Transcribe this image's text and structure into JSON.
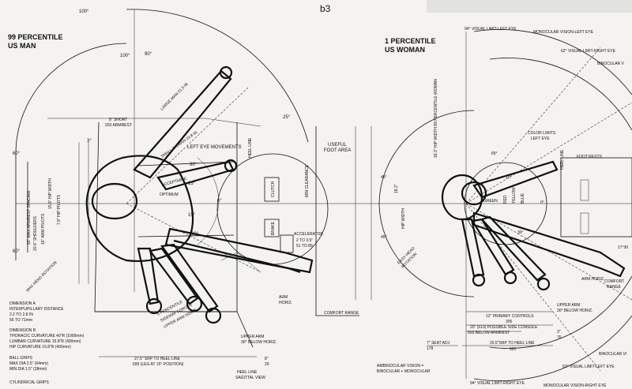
{
  "left_panel": {
    "title_line1": "99 PERCENTILE",
    "title_line2": "US MAN",
    "angles": [
      "100°",
      "100°",
      "90°",
      "60°",
      "60°",
      "3°",
      "30°",
      "30°",
      "15°",
      "15°",
      "25°",
      "0°"
    ],
    "labels": {
      "short_armrest": "8\" SHORT",
      "short_armrest2": "203 ARMREST",
      "large_man": "LARGE MAN 21.5 IN",
      "small_woman": "SMALL WOMAN 23.8 IN",
      "left_eye": "LEFT EYE MOVEMENTS",
      "acceptable": "ACCEPTABLE",
      "optimum": "OPTIMUM",
      "heel_line": "HEEL LINE",
      "useful_foot": "USEFUL",
      "useful_foot2": "FOOT AREA",
      "min_clearance": "MIN CLEARANCE",
      "clutch": "CLUTCH",
      "brake": "BRAKE",
      "accelerator": "ACCELERATOR",
      "accel_dims": "2 TO 3.5\"",
      "accel_dims2": "51 TO 89",
      "max_armrest": "22\" MAX ARMREST SPACING",
      "hip_width": "15.9\" HIP WIDTH",
      "shoulders": "20.6\" SHOULDERS",
      "arm_pivots": "16\" ARM PIVOTS",
      "hip_pivots": "7.8\" HIP PIVOTS",
      "max_head_rotation": "MAX HEAD ROTATION",
      "percentile5": "5 PERCENTILE",
      "sideway_forces": "SIDEWAY FORCES",
      "upper_arm_horiz": "UPPER ARM HORIZ.",
      "arm_horiz": "ARM",
      "arm_horiz2": "HORIZ.",
      "comfort_range": "COMFORT RANGE",
      "upper_arm": "UPPER ARM",
      "upper_arm2": "30° BELOW HORIZ.",
      "srp_heel": "27.5\" SRP TO HEEL LINE",
      "srp_heel2": "699 (LEG AT 15° POSITION)",
      "heel_sag": "HEEL LINE",
      "sag_view": "SAGITTAL VIEW",
      "dim_8": "8\"",
      "dim_20": "20"
    },
    "notes": {
      "dim_a": "DIMENSION A",
      "interpupillary": "INTERPUPILLARY DISTANCE",
      "ipd1": "2.2 TO 2.8 IN",
      "ipd2": "56 TO 71mm",
      "dim_b": "DIMENSION B",
      "thoracic": "THORACIC CURVATURE 40\"R (1000mm)",
      "lumbar": "LUMBAR CURVATURE 15.8\"R (400mm)",
      "hip": "HIP CURVATURE 15.8\"R (400mm)",
      "ball_grips": "BALL GRIPS",
      "ball1": "MAX DIA 2.5\" (64mm)",
      "ball2": "MIN DIA 1.5\" (38mm)",
      "cyl": "CYLINDRICAL GRIPS"
    }
  },
  "right_panel": {
    "title_line1": "1 PERCENTILE",
    "title_line2": "US WOMAN",
    "vertical_label": "18.3\" HIP WIDTH 99 PERCENTILE WOMAN",
    "labels": {
      "visual_left": "94° VISUAL LIMIT-LEFT EYE",
      "mono_left": "MONOCULAR VISION-LEFT EYE",
      "visual_right": "62° VISUAL LIMIT-RIGHT EYE",
      "binocular": "BINOCULAR V",
      "color_limits": "COLOR LIMITS",
      "left_eye": "LEFT EYE",
      "foot_rests": "FOOT RESTS",
      "heel_line": "HEEL LINE",
      "green": "GREEN",
      "red": "RED",
      "yellow": "YELLOW",
      "blue": "BLUE",
      "easy_head": "EASY HEAD",
      "rotation": "ROTATION",
      "arm_horiz": "ARM HORIZ.",
      "comfort": "COMFORT",
      "range": "RANGE",
      "upper_arm": "UPPER ARM",
      "upper_arm2": "30° BELOW HORIZ.",
      "primary_controls": "12\" PRIMARY CONTROLS",
      "primary_mm": "305",
      "side_console": "20\" (510) POSSIBLE SIDE CONSOLE",
      "below_armrest": "503 BELOW ARMREST",
      "seat_adj": "7\" SEAT ADJ",
      "seat_mm": "178",
      "srp_heel": "20.5\"SRP TO HEEL LINE",
      "srp_mm": "521",
      "binocular2": "BINOCULAR VI",
      "visual_right2": "62° VISUAL LIMIT-LEFT EYE",
      "visual_right3": "94° VISUAL LIMIT-RIGHT EYE",
      "mono_right": "MONOCULAR VISION-RIGHT EYE",
      "ambinocular": "AMBINOCULAR VISION =",
      "ambinocular2": "BINOCULAR + MONOCULAR",
      "angle_65": "65°",
      "angle_45a": "45°",
      "angle_45b": "45°",
      "angle_15": "15°",
      "angle_30": "30°",
      "angle_0": "0°",
      "dim_3": "3\"",
      "dim_76": "76",
      "dim_17": "17°30",
      "hip_width": "HIP WIDTH",
      "shoulder": "18.2\""
    }
  },
  "header_note": "b3"
}
